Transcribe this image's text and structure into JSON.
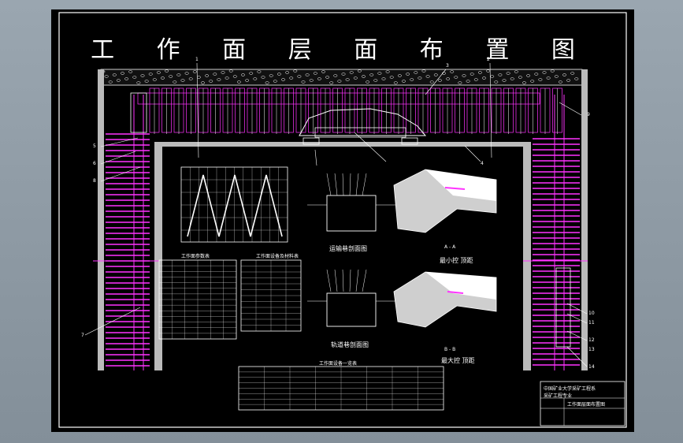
{
  "drawing": {
    "title": "工 作 面 层 面 布 置 图",
    "section_labels": {
      "transport": "运输巷剖面图",
      "return": "轨道巷剖面图",
      "min_control": "最小控 顶距",
      "max_control": "最大控 顶距",
      "section_a": "A - A",
      "section_b": "B - B"
    },
    "table_titles": {
      "left_table": "工作面参数表",
      "right_table": "工作面设备及材料表",
      "bottom_table": "工作面设备一览表"
    },
    "callouts": [
      "1",
      "2",
      "3",
      "4",
      "5",
      "6",
      "7",
      "8",
      "9",
      "10",
      "11",
      "12",
      "13",
      "14"
    ],
    "title_block": {
      "school": "中国矿业大学采矿工程系",
      "course": "采矿工程专业",
      "drawing_name": "工作面层面布置图"
    }
  },
  "colors": {
    "background": "#000000",
    "line": "#ffffff",
    "accent": "#ff33ff",
    "frame": "#cfcfcf"
  }
}
